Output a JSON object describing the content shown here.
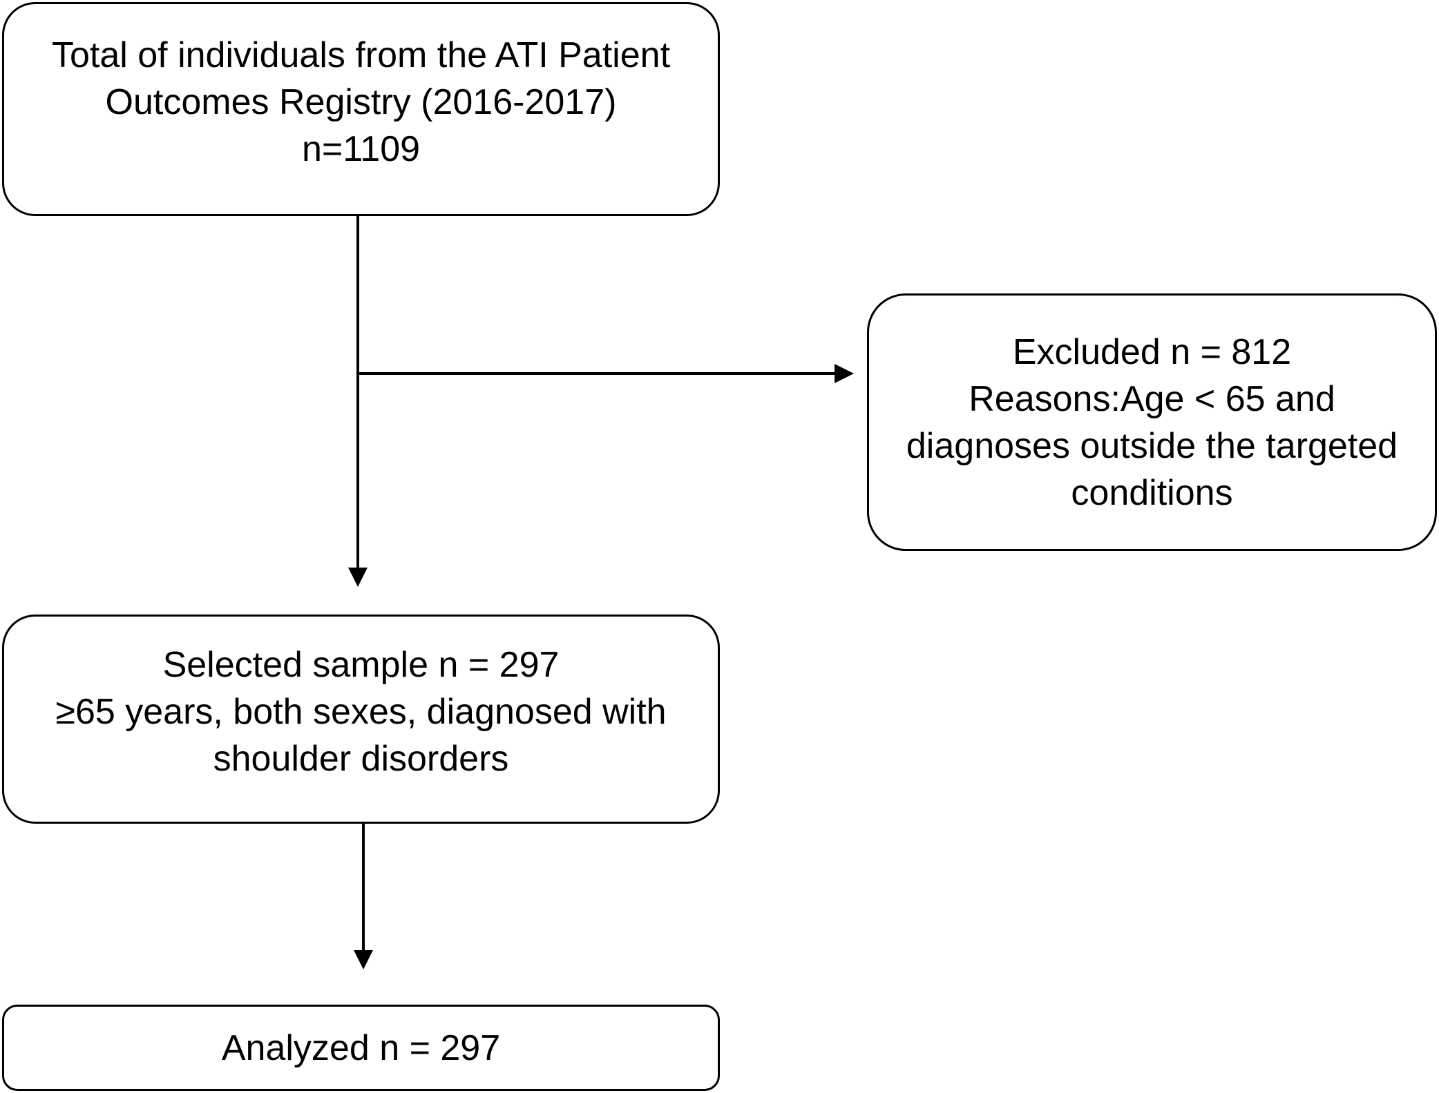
{
  "diagram": {
    "boxes": {
      "total": {
        "lines": [
          "Total of individuals from the ATI Patient",
          "Outcomes Registry (2016-2017)",
          "n=1109"
        ]
      },
      "excluded": {
        "lines": [
          "Excluded n = 812",
          "Reasons:Age < 65 and",
          "diagnoses outside the targeted",
          "conditions"
        ]
      },
      "selected": {
        "lines": [
          "Selected sample n = 297",
          "≥65 years, both sexes, diagnosed with",
          "shoulder disorders"
        ]
      },
      "analyzed": {
        "lines": [
          "Analyzed n = 297"
        ]
      }
    },
    "colors": {
      "stroke": "#000000",
      "background": "#ffffff"
    }
  }
}
